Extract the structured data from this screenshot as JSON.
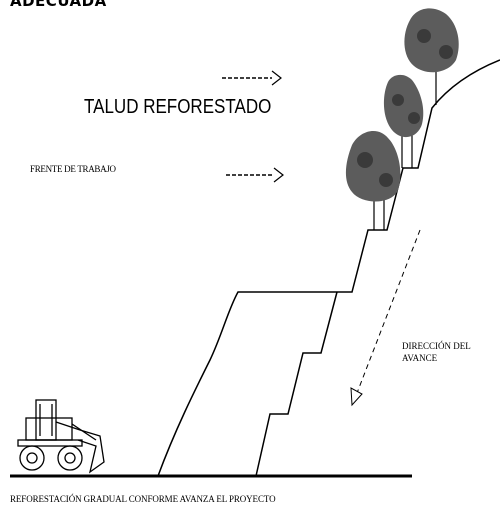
{
  "diagram": {
    "title_partial": "ADECUADA",
    "label_talud": "TALUD REFORESTADO",
    "label_frente": "FRENTE DE TRABAJO",
    "label_direccion_line1": "DIRECCIÓN DEL",
    "label_direccion_line2": "AVANCE",
    "caption": "REFORESTACIÓN GRADUAL CONFORME AVANZA EL PROYECTO",
    "colors": {
      "ink": "#000000",
      "tree_foliage": "#5c5c5c",
      "tree_dark": "#3a3a3a"
    },
    "icons": [
      "loader-icon",
      "tree-icon",
      "arrow-right-icon",
      "arrow-down-left-icon"
    ]
  }
}
